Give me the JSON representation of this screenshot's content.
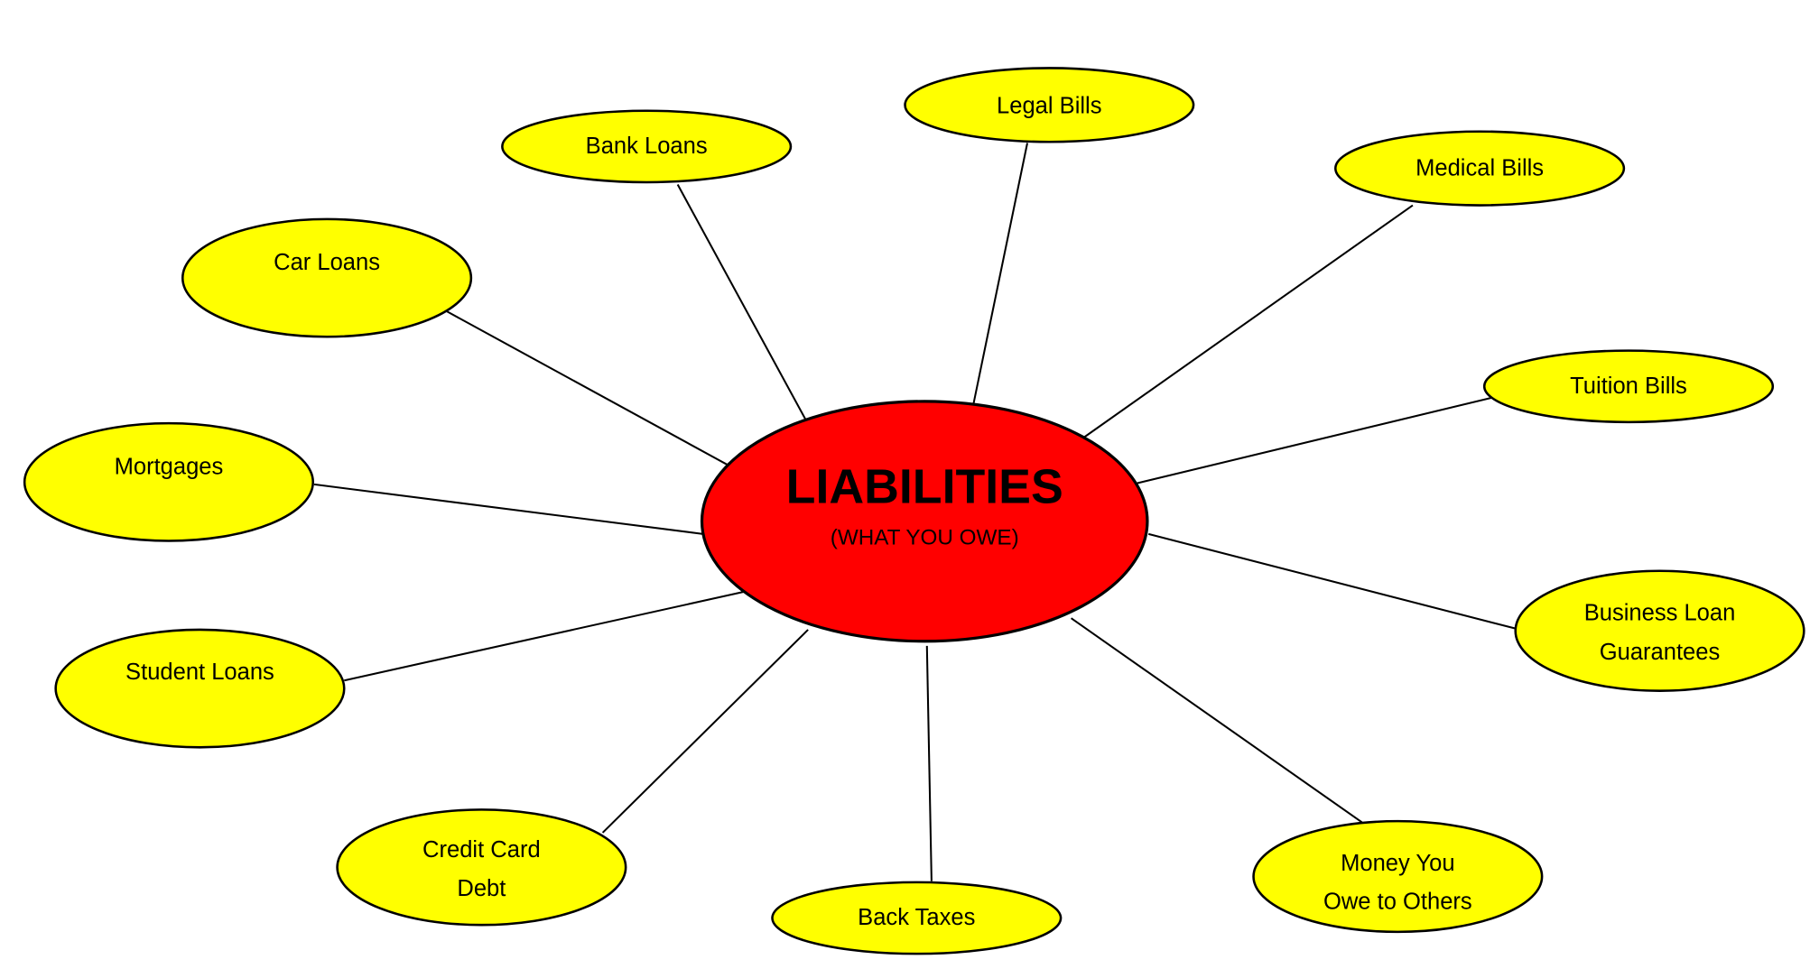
{
  "center": {
    "title": "LIABILITIES",
    "subtitle": "(WHAT YOU OWE)",
    "color": "#ff0000"
  },
  "node_color": "#ffff00",
  "nodes": [
    {
      "id": "legal-bills",
      "lines": [
        "Legal Bills"
      ]
    },
    {
      "id": "bank-loans",
      "lines": [
        "Bank Loans"
      ]
    },
    {
      "id": "medical-bills",
      "lines": [
        "Medical Bills"
      ]
    },
    {
      "id": "car-loans",
      "lines": [
        "Car Loans"
      ]
    },
    {
      "id": "tuition-bills",
      "lines": [
        "Tuition Bills"
      ]
    },
    {
      "id": "mortgages",
      "lines": [
        "Mortgages"
      ]
    },
    {
      "id": "business-loan-guarantees",
      "lines": [
        "Business Loan",
        "Guarantees"
      ]
    },
    {
      "id": "student-loans",
      "lines": [
        "Student Loans"
      ]
    },
    {
      "id": "credit-card-debt",
      "lines": [
        "Credit Card",
        "Debt"
      ]
    },
    {
      "id": "back-taxes",
      "lines": [
        "Back Taxes"
      ]
    },
    {
      "id": "money-you-owe-to-others",
      "lines": [
        "Money You",
        "Owe to Others"
      ]
    }
  ]
}
